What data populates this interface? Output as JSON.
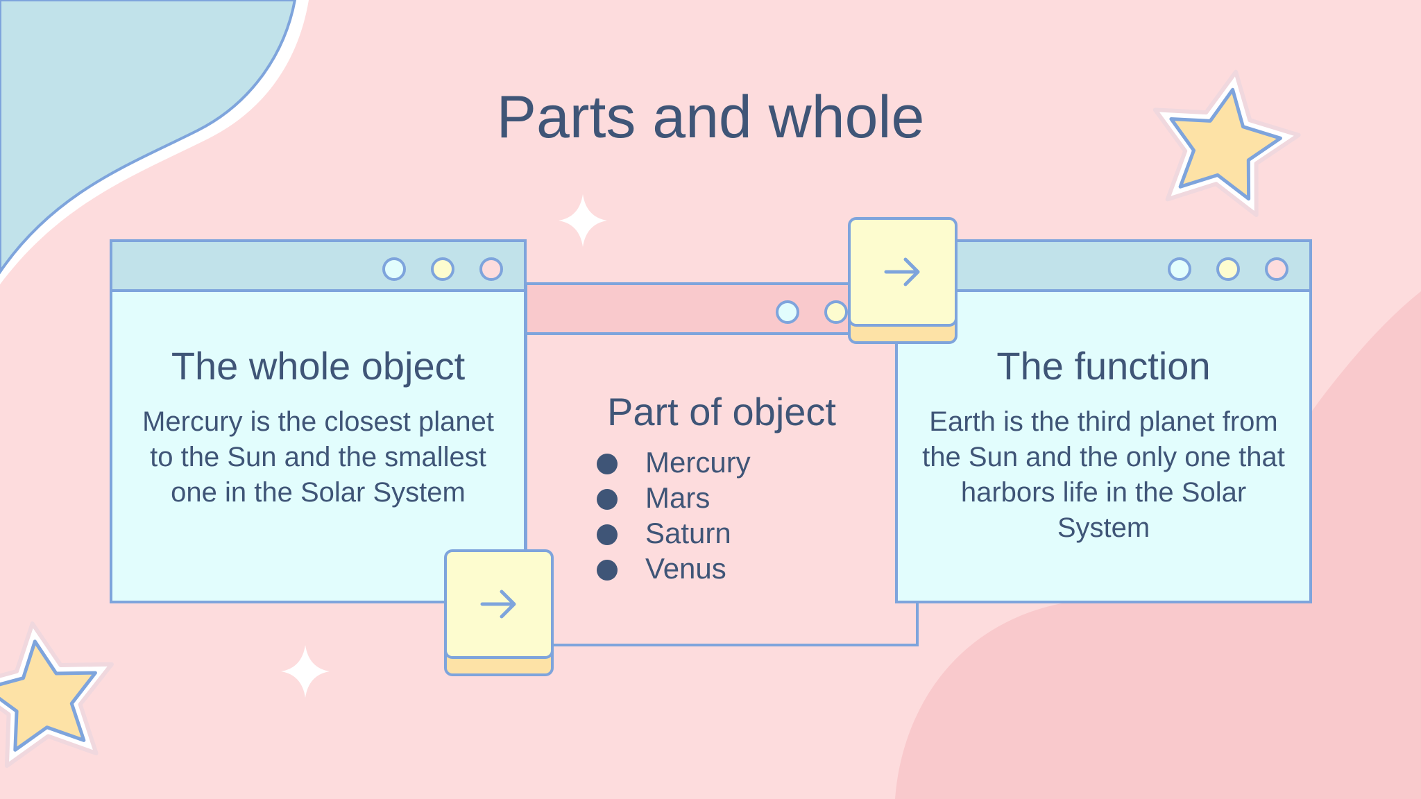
{
  "title": "Parts and whole",
  "colors": {
    "background": "#fddcdd",
    "blob_blue": "#c1e2ea",
    "blob_pink": "#f9c9cc",
    "outline": "#7ea4dc",
    "text": "#3f5577",
    "card_light": "#e2fdfd",
    "arrow_face": "#fdfccf",
    "arrow_base": "#fde2a6",
    "star_fill": "#fde2a6",
    "dot_blue": "#e2fdfd",
    "dot_yellow": "#fdfccf",
    "dot_pink": "#fddcdd"
  },
  "cards": {
    "whole": {
      "title": "The whole object",
      "text": "Mercury is the closest planet to the Sun and the smallest one in the Solar System"
    },
    "part": {
      "title": "Part of object",
      "items": [
        "Mercury",
        "Mars",
        "Saturn",
        "Venus"
      ]
    },
    "function": {
      "title": "The function",
      "text": "Earth is the third planet from the Sun and the only one that harbors life in the Solar System"
    }
  },
  "icons": {
    "arrow": "arrow-right-icon",
    "star": "star-icon",
    "sparkle": "sparkle-icon"
  }
}
